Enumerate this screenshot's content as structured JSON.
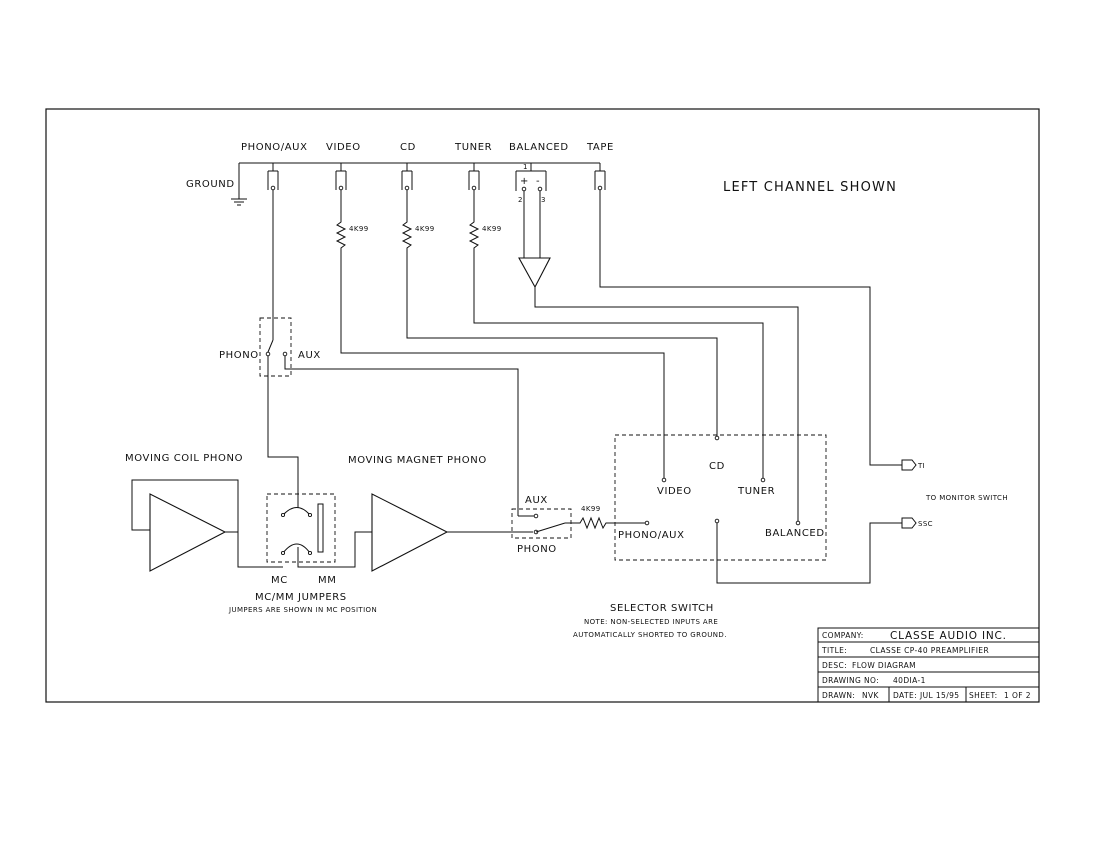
{
  "heading": "LEFT CHANNEL SHOWN",
  "inputs": {
    "phono_aux": "PHONO/AUX",
    "video": "VIDEO",
    "cd": "CD",
    "tuner": "TUNER",
    "balanced": "BALANCED",
    "tape": "TAPE",
    "ground": "GROUND",
    "pin1": "1",
    "pin2": "2",
    "pin3": "3",
    "plus": "+",
    "minus": "-"
  },
  "resistors": {
    "video": "4K99",
    "cd": "4K99",
    "tuner": "4K99",
    "selector_in": "4K99"
  },
  "phono_aux_switch": {
    "phono": "PHONO",
    "aux": "AUX"
  },
  "moving_coil": "MOVING COIL PHONO",
  "moving_magnet": "MOVING MAGNET PHONO",
  "jumpers": {
    "mc": "MC",
    "mm": "MM",
    "title": "MC/MM JUMPERS",
    "note": "JUMPERS ARE SHOWN IN MC POSITION"
  },
  "input_switch": {
    "aux": "AUX",
    "phono": "PHONO"
  },
  "selector": {
    "video": "VIDEO",
    "cd": "CD",
    "tuner": "TUNER",
    "phono_aux": "PHONO/AUX",
    "balanced": "BALANCED",
    "title": "SELECTOR SWITCH",
    "note_line1": "NOTE: NON-SELECTED INPUTS ARE",
    "note_line2": "AUTOMATICALLY SHORTED TO GROUND."
  },
  "outputs": {
    "ti": "TI",
    "ssc": "SSC",
    "monitor": "TO MONITOR SWITCH"
  },
  "title_block": {
    "company_label": "COMPANY:",
    "company": "CLASSE AUDIO INC.",
    "title_label": "TITLE:",
    "title": "CLASSE CP-40 PREAMPLIFIER",
    "desc_label": "DESC:",
    "desc": "FLOW DIAGRAM",
    "drawing_label": "DRAWING NO:",
    "drawing_no": "40DIA-1",
    "drawn_label": "DRAWN:",
    "drawn": "NVK",
    "date_label": "DATE:",
    "date": "JUL 15/95",
    "sheet_label": "SHEET:",
    "sheet": "1 OF 2"
  }
}
